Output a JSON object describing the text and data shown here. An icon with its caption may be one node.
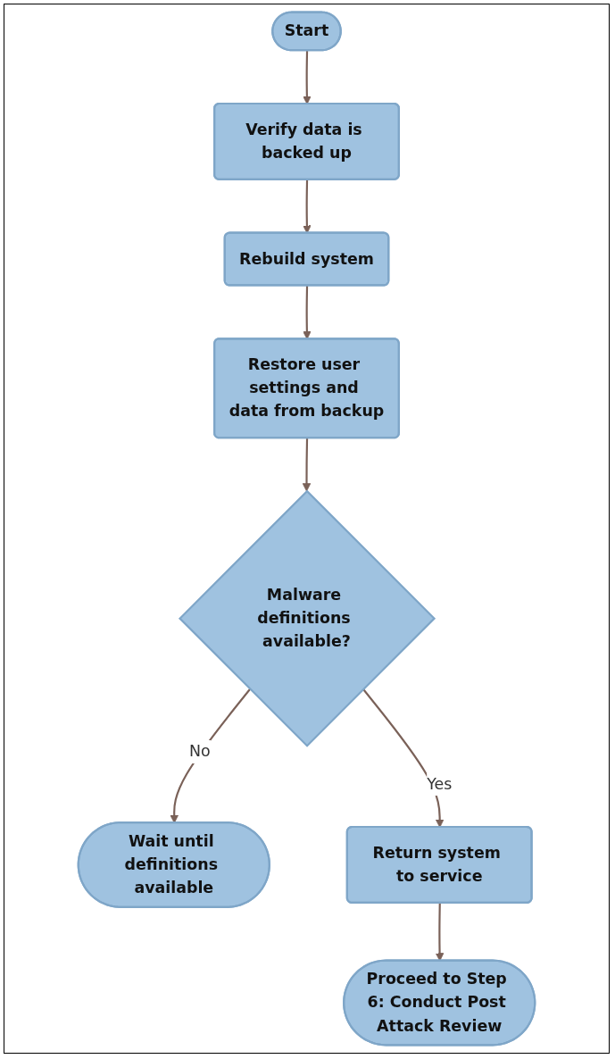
{
  "diagram": {
    "nodes": [
      {
        "text": [
          "Start"
        ]
      },
      {
        "text": [
          "Verify data is backed up"
        ]
      },
      {
        "text": [
          "Rebuild system"
        ]
      },
      {
        "text": [
          "Restore user settings and data from backup"
        ]
      },
      {
        "text": [
          "Malware definitions available?"
        ]
      },
      {
        "text": [
          "Wait until definitions available"
        ]
      },
      {
        "text": [
          "Return system to service"
        ]
      },
      {
        "text": [
          "Proceed to Step 6: Conduct Post Attack Review"
        ]
      }
    ],
    "edges": [
      {
        "from": 0,
        "to": 1,
        "arrow": "to"
      },
      {
        "from": 1,
        "to": 2,
        "arrow": "to"
      },
      {
        "from": 2,
        "to": 3,
        "arrow": "to"
      },
      {
        "from": 3,
        "to": 4,
        "arrow": "to"
      },
      {
        "from": 4,
        "to": 5,
        "arrow": "to",
        "label": "No"
      },
      {
        "from": 4,
        "to": 6,
        "arrow": "to",
        "label": "Yes"
      },
      {
        "from": 6,
        "to": 7,
        "arrow": "to"
      }
    ]
  }
}
